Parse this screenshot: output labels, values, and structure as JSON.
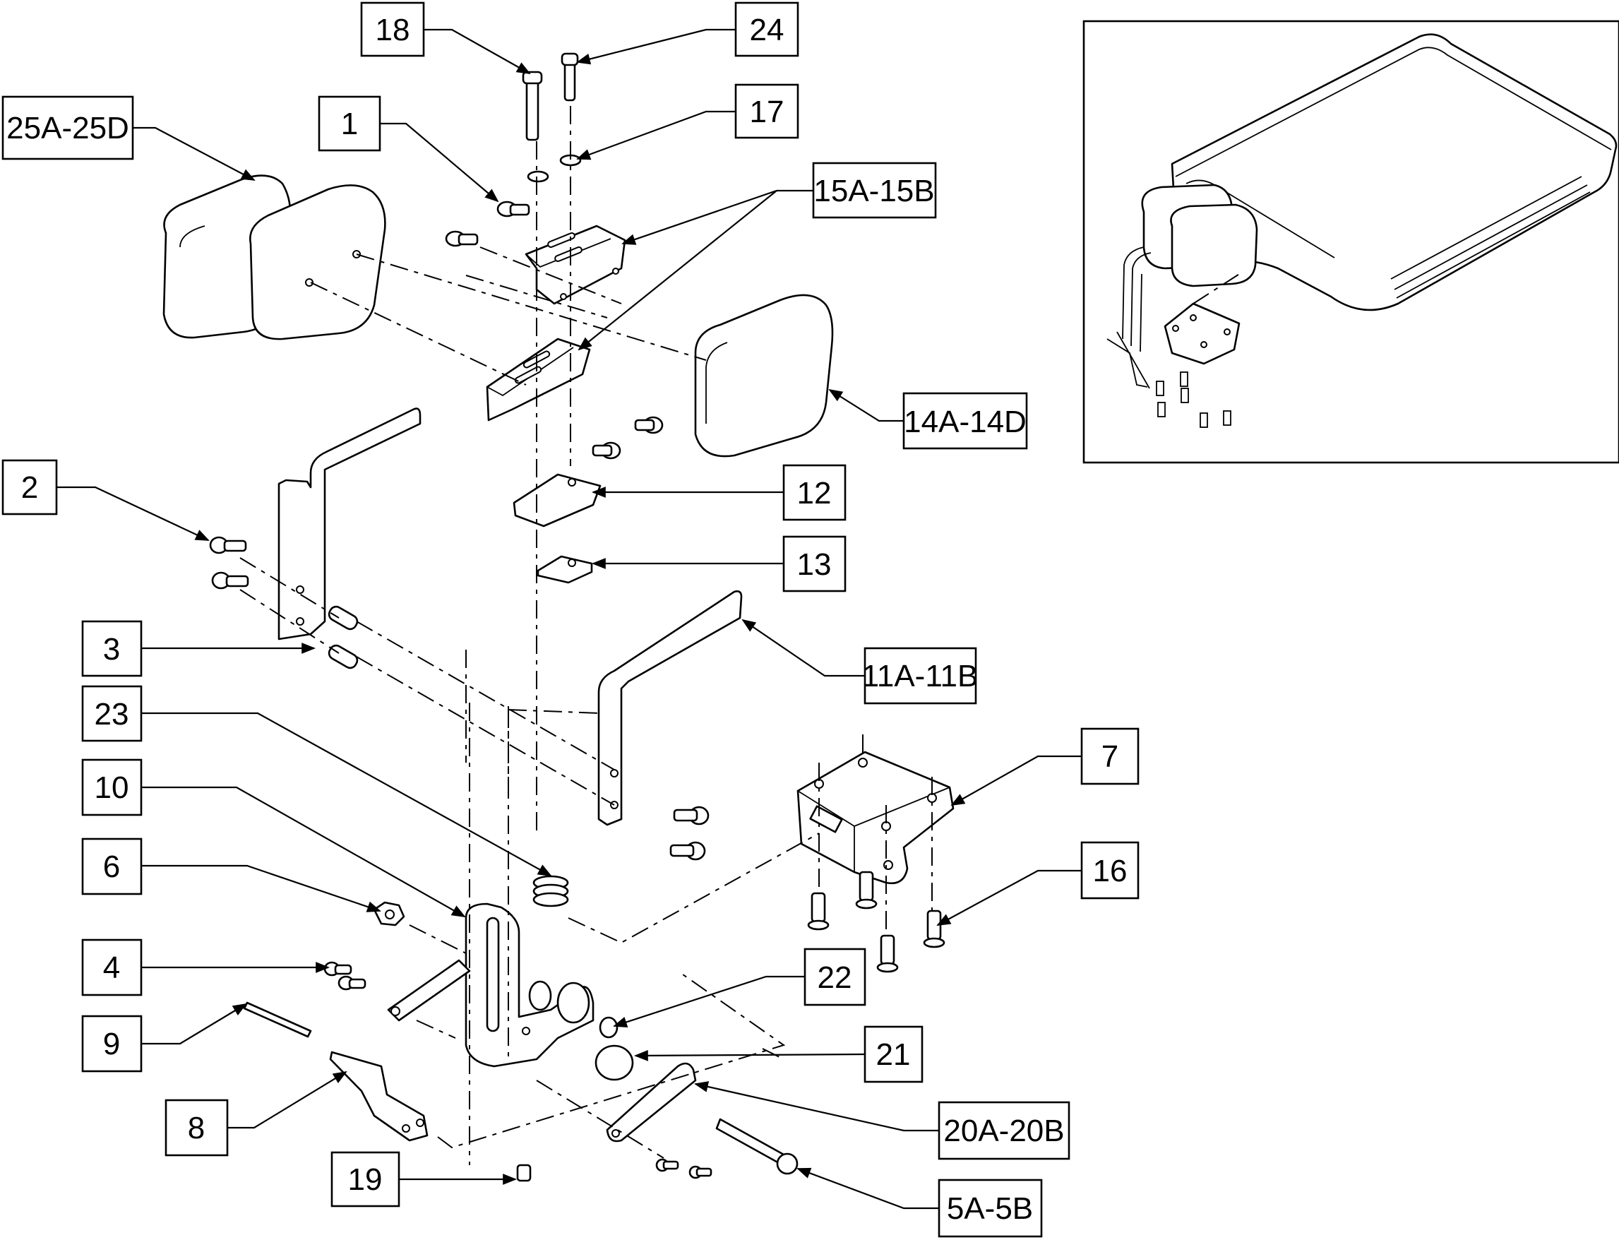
{
  "callouts": [
    {
      "id": "c18",
      "label": "18"
    },
    {
      "id": "c24",
      "label": "24"
    },
    {
      "id": "c17",
      "label": "17"
    },
    {
      "id": "c1",
      "label": "1"
    },
    {
      "id": "c25",
      "label": "25A-25D"
    },
    {
      "id": "c15",
      "label": "15A-15B"
    },
    {
      "id": "c14",
      "label": "14A-14D"
    },
    {
      "id": "c2",
      "label": "2"
    },
    {
      "id": "c12",
      "label": "12"
    },
    {
      "id": "c13",
      "label": "13"
    },
    {
      "id": "c3",
      "label": "3"
    },
    {
      "id": "c11",
      "label": "11A-11B"
    },
    {
      "id": "c23",
      "label": "23"
    },
    {
      "id": "c7",
      "label": "7"
    },
    {
      "id": "c10",
      "label": "10"
    },
    {
      "id": "c6",
      "label": "6"
    },
    {
      "id": "c16",
      "label": "16"
    },
    {
      "id": "c4",
      "label": "4"
    },
    {
      "id": "c22",
      "label": "22"
    },
    {
      "id": "c9",
      "label": "9"
    },
    {
      "id": "c21",
      "label": "21"
    },
    {
      "id": "c8",
      "label": "8"
    },
    {
      "id": "c20",
      "label": "20A-20B"
    },
    {
      "id": "c19",
      "label": "19"
    },
    {
      "id": "c5",
      "label": "5A-5B"
    }
  ]
}
